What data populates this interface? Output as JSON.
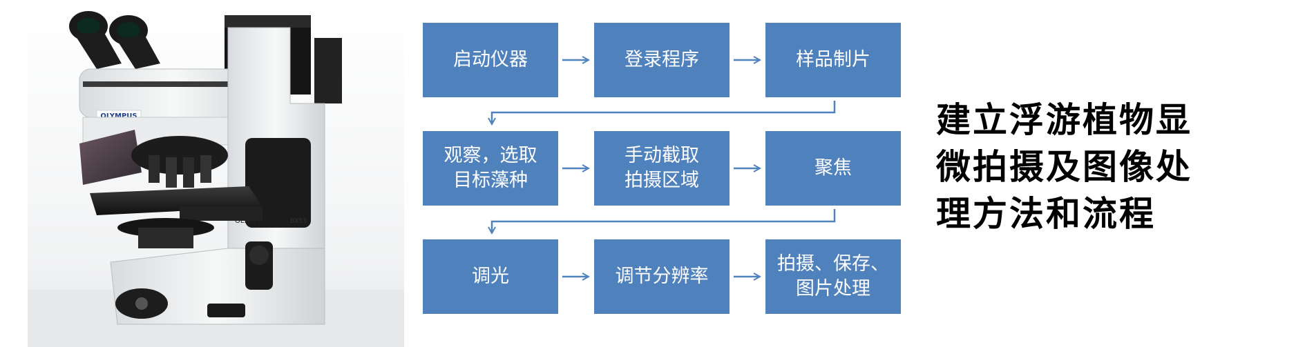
{
  "flow": {
    "steps": [
      [
        "启动仪器",
        "登录程序",
        "样品制片"
      ],
      [
        "观察，选取\n目标藻种",
        "手动截取\n拍摄区域",
        "聚焦"
      ],
      [
        "调光",
        "调节分辨率",
        "拍摄、保存、\n图片处理"
      ]
    ],
    "box_color": "#4f81bd",
    "arrow_color": "#4f81bd"
  },
  "title": {
    "lines": [
      "建立浮游植物显",
      "微拍摄及图像处",
      "理方法和流程"
    ]
  },
  "photo": {
    "subject": "microscope",
    "brand_label": "OLYMPUS",
    "model_label": "BX53"
  }
}
